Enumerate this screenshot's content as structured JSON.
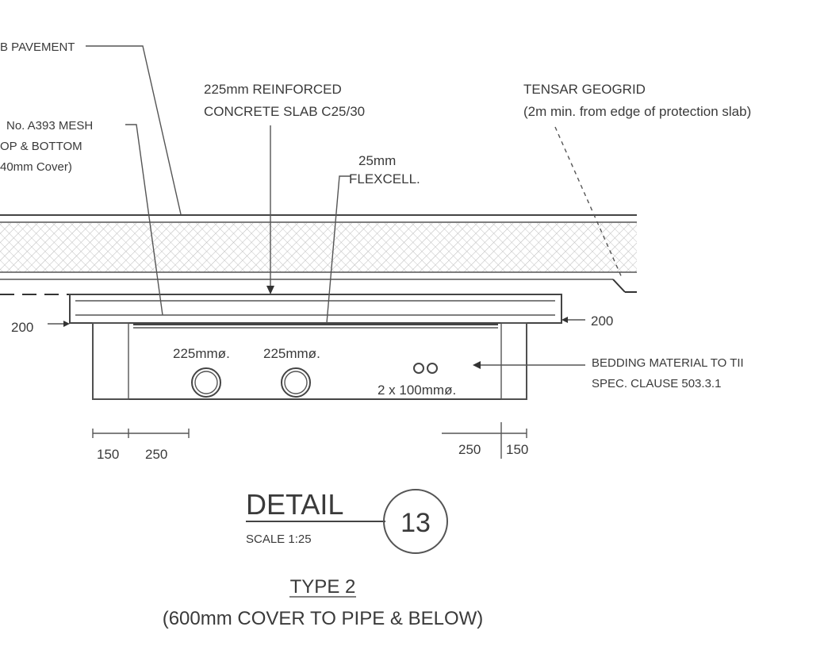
{
  "labels": {
    "pavement": "B PAVEMENT",
    "slab_line1": "225mm REINFORCED",
    "slab_line2": "CONCRETE SLAB C25/30",
    "geogrid_line1": "TENSAR GEOGRID",
    "geogrid_line2": "(2m min. from edge of protection slab)",
    "mesh_line1": "No. A393 MESH",
    "mesh_line2": "OP & BOTTOM",
    "mesh_line3": "40mm Cover)",
    "flexcell_line1": "25mm",
    "flexcell_line2": "FLEXCELL.",
    "pipe1": "225mmø.",
    "pipe2": "225mmø.",
    "small_pipes": "2 x 100mmø.",
    "bedding_line1": "BEDDING MATERIAL TO TII",
    "bedding_line2": "SPEC. CLAUSE 503.3.1"
  },
  "dimensions": {
    "left_overhang": "200",
    "right_overhang": "200",
    "left_a": "150",
    "left_b": "250",
    "right_a": "250",
    "right_b": "150"
  },
  "detail": {
    "title": "DETAIL",
    "scale": "SCALE 1:25",
    "number": "13",
    "type": "TYPE 2",
    "description": "(600mm COVER TO PIPE & BELOW)"
  }
}
